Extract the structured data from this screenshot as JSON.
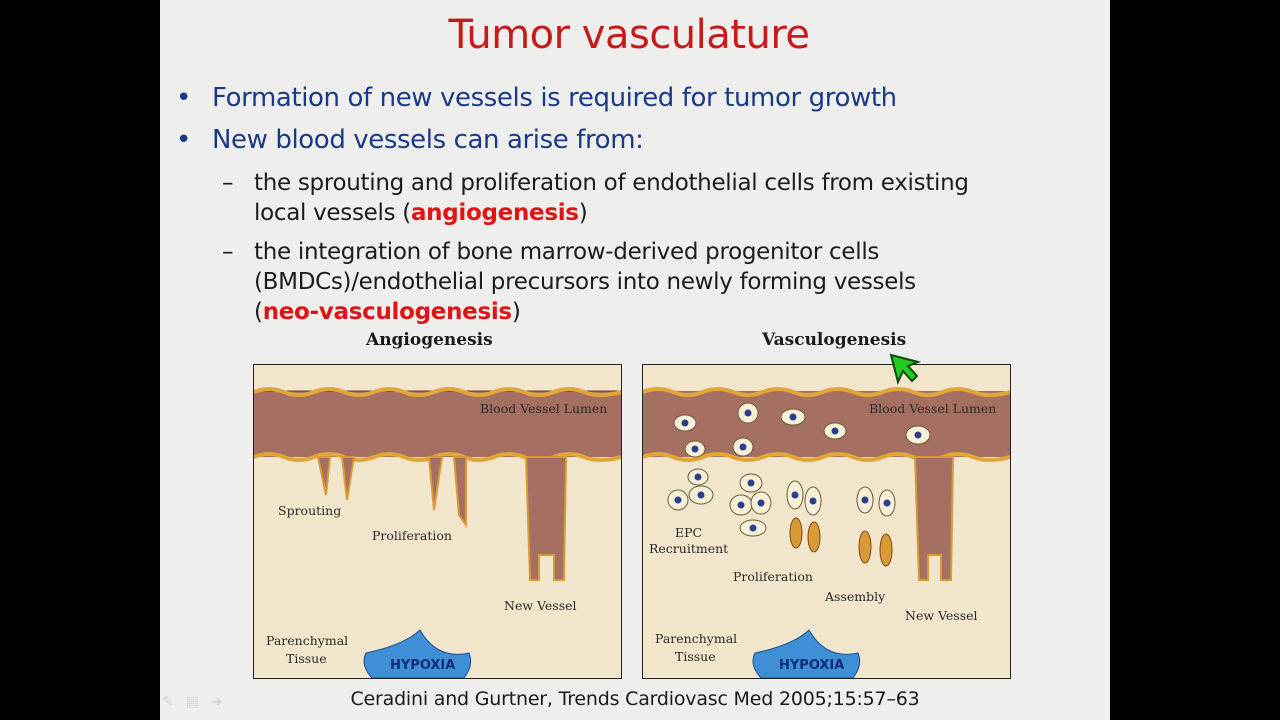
{
  "slide": {
    "title": "Tumor vasculature",
    "bullets": [
      "Formation of new vessels is required for tumor growth",
      "New blood vessels can arise from:"
    ],
    "bullet_marker": "•",
    "sub_marker": "–",
    "sub1": {
      "line1": "the sprouting and proliferation of endothelial cells from existing",
      "pre": "local vessels (",
      "highlight": "angiogenesis",
      "post": ")"
    },
    "sub2": {
      "line1": "the integration of bone marrow-derived progenitor cells",
      "line2": "(BMDCs)/endothelial precursors into newly forming vessels",
      "pre": "(",
      "highlight": "neo-vasculogenesis",
      "post": ")"
    },
    "credit": "Ceradini and Gurtner, Trends Cardiovasc Med 2005;15:57–63"
  },
  "figure": {
    "left": {
      "title": "Angiogenesis",
      "lumen": "Blood Vessel Lumen",
      "labels": {
        "sprouting": "Sprouting",
        "proliferation": "Proliferation",
        "new_vessel": "New Vessel",
        "tissue1": "Parenchymal",
        "tissue2": "Tissue",
        "hypoxia": "HYPOXIA"
      }
    },
    "right": {
      "title": "Vasculogenesis",
      "lumen": "Blood Vessel Lumen",
      "labels": {
        "epc1": "EPC",
        "epc2": "Recruitment",
        "proliferation": "Proliferation",
        "assembly": "Assembly",
        "new_vessel": "New Vessel",
        "tissue1": "Parenchymal",
        "tissue2": "Tissue",
        "hypoxia": "HYPOXIA"
      }
    }
  },
  "colors": {
    "title": "#c61b1b",
    "bullet_text": "#1b3a86",
    "highlight": "#e01414",
    "lumen": "#a56f62",
    "tissue": "#f1e6cc",
    "hypoxia": "#3f8fd6",
    "cursor": "#22cc22"
  },
  "icons": [
    "cursor-arrow-icon",
    "pen-icon",
    "menu-icon",
    "next-icon"
  ]
}
